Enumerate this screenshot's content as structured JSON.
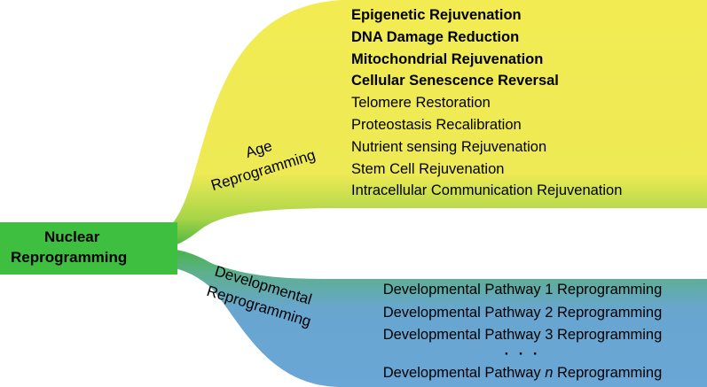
{
  "root": {
    "line1": "Nuclear",
    "line2": "Reprogramming"
  },
  "age_branch": {
    "line1": "Age",
    "line2": "Reprogramming",
    "items": [
      "Epigenetic Rejuvenation",
      "DNA Damage Reduction",
      "Mitochondrial Rejuvenation",
      "Cellular Senescence Reversal",
      "Telomere Restoration",
      "Proteostasis Recalibration",
      "Nutrient sensing Rejuvenation",
      "Stem Cell Rejuvenation",
      "Intracellular Communication Rejuvenation"
    ],
    "bold_count": 4
  },
  "developmental_branch": {
    "line1": "Developmental",
    "line2": "Reprogramming",
    "items": [
      "Developmental Pathway 1 Reprogramming",
      "Developmental Pathway 2 Reprogramming",
      "Developmental Pathway 3 Reprogramming"
    ],
    "ellipsis": "· · ·",
    "last_item": {
      "prefix": "Developmental Pathway ",
      "variable": "n",
      "suffix": " Reprogramming"
    }
  },
  "colors": {
    "root_green": "#3fbf3f",
    "age_yellow": "#f2ec52",
    "developmental_blue": "#6aa6d6"
  }
}
